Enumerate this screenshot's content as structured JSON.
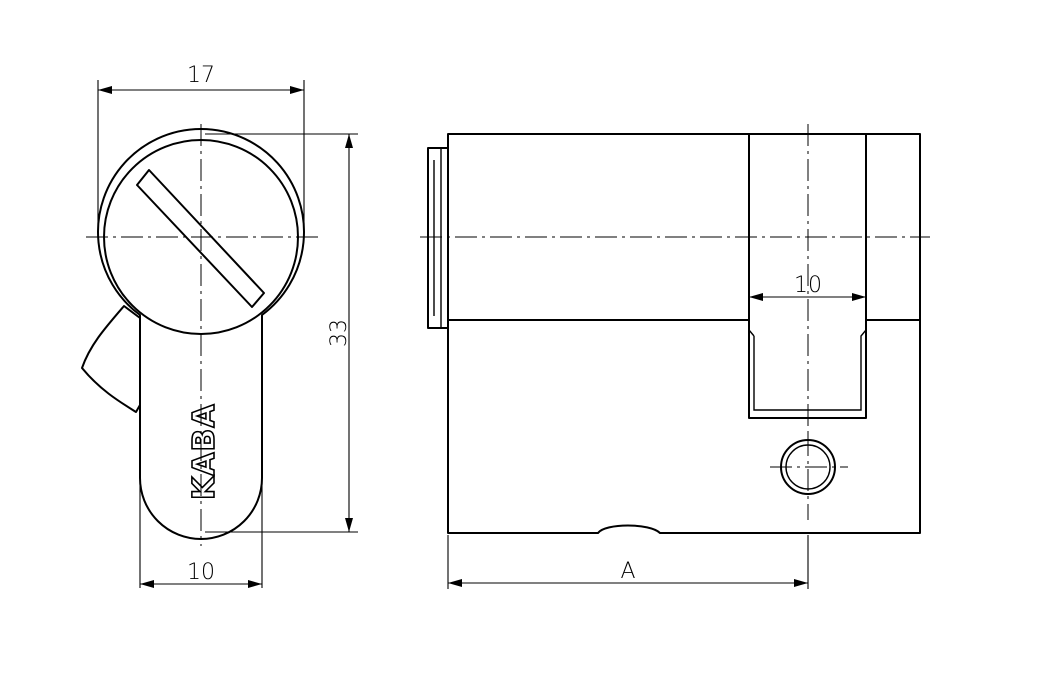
{
  "dimensions": {
    "width_top": "17",
    "height_right": "33",
    "width_bottom": "10",
    "cam_width": "10",
    "length": "A"
  },
  "logo": {
    "text": "KABA"
  }
}
